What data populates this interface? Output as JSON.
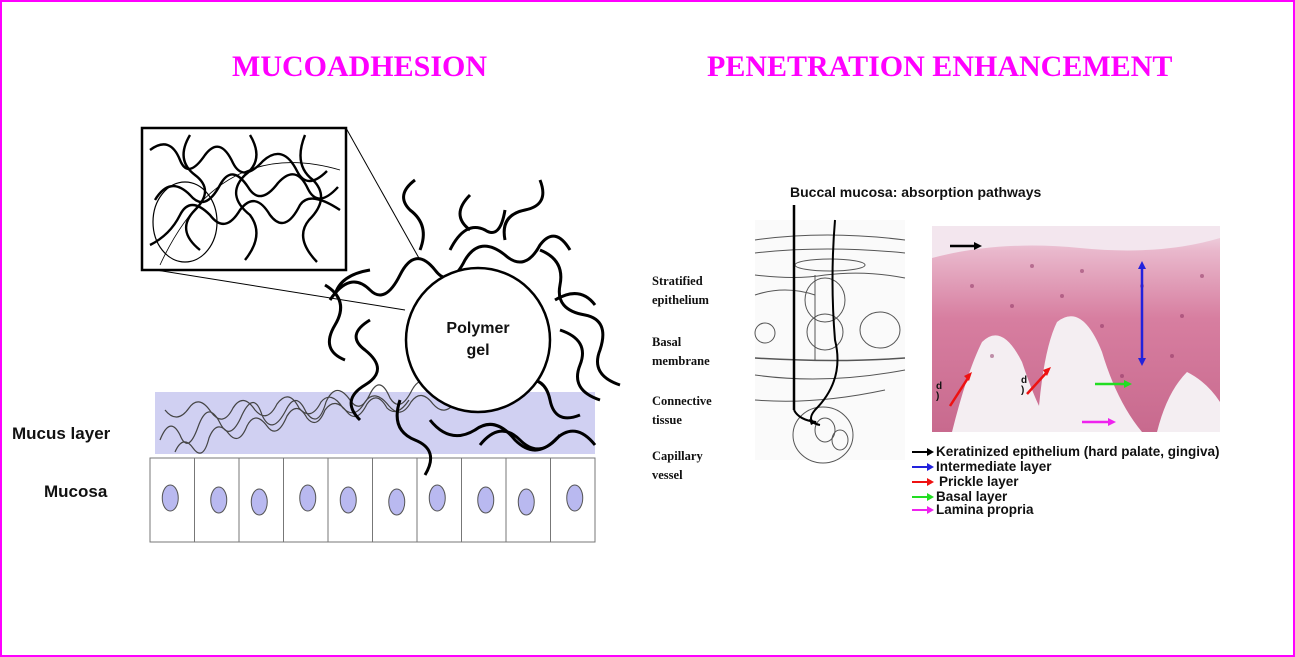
{
  "headings": {
    "left": "MUCOADHESION",
    "right": "PENETRATION ENHANCEMENT"
  },
  "mucoadhesion": {
    "polymer_label": "Polymer\ngel",
    "mucus_layer_label": "Mucus layer",
    "mucosa_label": "Mucosa",
    "mucus_color": "#c8c8f0",
    "cell_nucleus_color": "#b9b9f0"
  },
  "buccal": {
    "title": "Buccal mucosa: absorption pathways",
    "layer_labels": [
      "Stratified\nepithelium",
      "Basal\nmembrane",
      "Connective\ntissue",
      "Capillary\nvessel"
    ],
    "micrograph_arrows": [
      "d\n)",
      "d\n)"
    ],
    "legend": [
      {
        "label": "Keratinized epithelium (hard palate, gingiva)",
        "color": "#000000"
      },
      {
        "label": "Intermediate layer",
        "color": "#2222dd"
      },
      {
        "label": "Prickle layer",
        "color": "#ee1111"
      },
      {
        "label": "Basal layer",
        "color": "#22dd22"
      },
      {
        "label": "Lamina propria",
        "color": "#ee22ee"
      }
    ]
  },
  "colors": {
    "frame": "#ff00ff",
    "heading": "#ff00ff",
    "tissue_pink": "#d98aa8"
  }
}
